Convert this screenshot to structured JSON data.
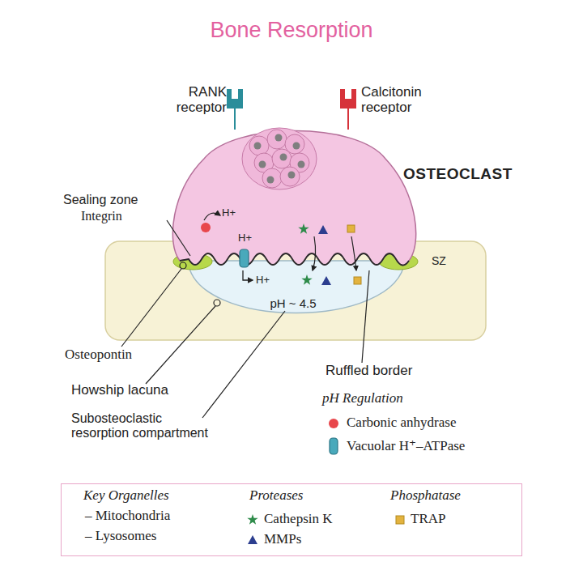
{
  "diagram": {
    "title": "Bone Resorption",
    "nodes": [
      {
        "text": [
          "Key Organelles",
          "– Mitochondria",
          "– Lysosomes",
          "Proteases",
          "Phosphatase"
        ]
      }
    ],
    "labels": [
      "RANK receptor",
      "Calcitonin receptor",
      "OSTEOCLAST",
      "Sealing zone",
      "Integrin",
      "H+",
      "H+",
      "H+",
      "SZ",
      "pH ~ 4.5",
      "Osteopontin",
      "Howship lacuna",
      "Ruffled border",
      "Subosteoclastic resorption compartment",
      "pH Regulation"
    ],
    "legend": [
      {
        "text": "Carbonic anhydrase",
        "color": "#e8474c"
      },
      {
        "text": "Vacuolar H⁺–ATPase"
      },
      {
        "text": "Cathepsin K"
      },
      {
        "text": "MMPs"
      },
      {
        "text": "TRAP",
        "color": "#e3b33f"
      }
    ]
  }
}
